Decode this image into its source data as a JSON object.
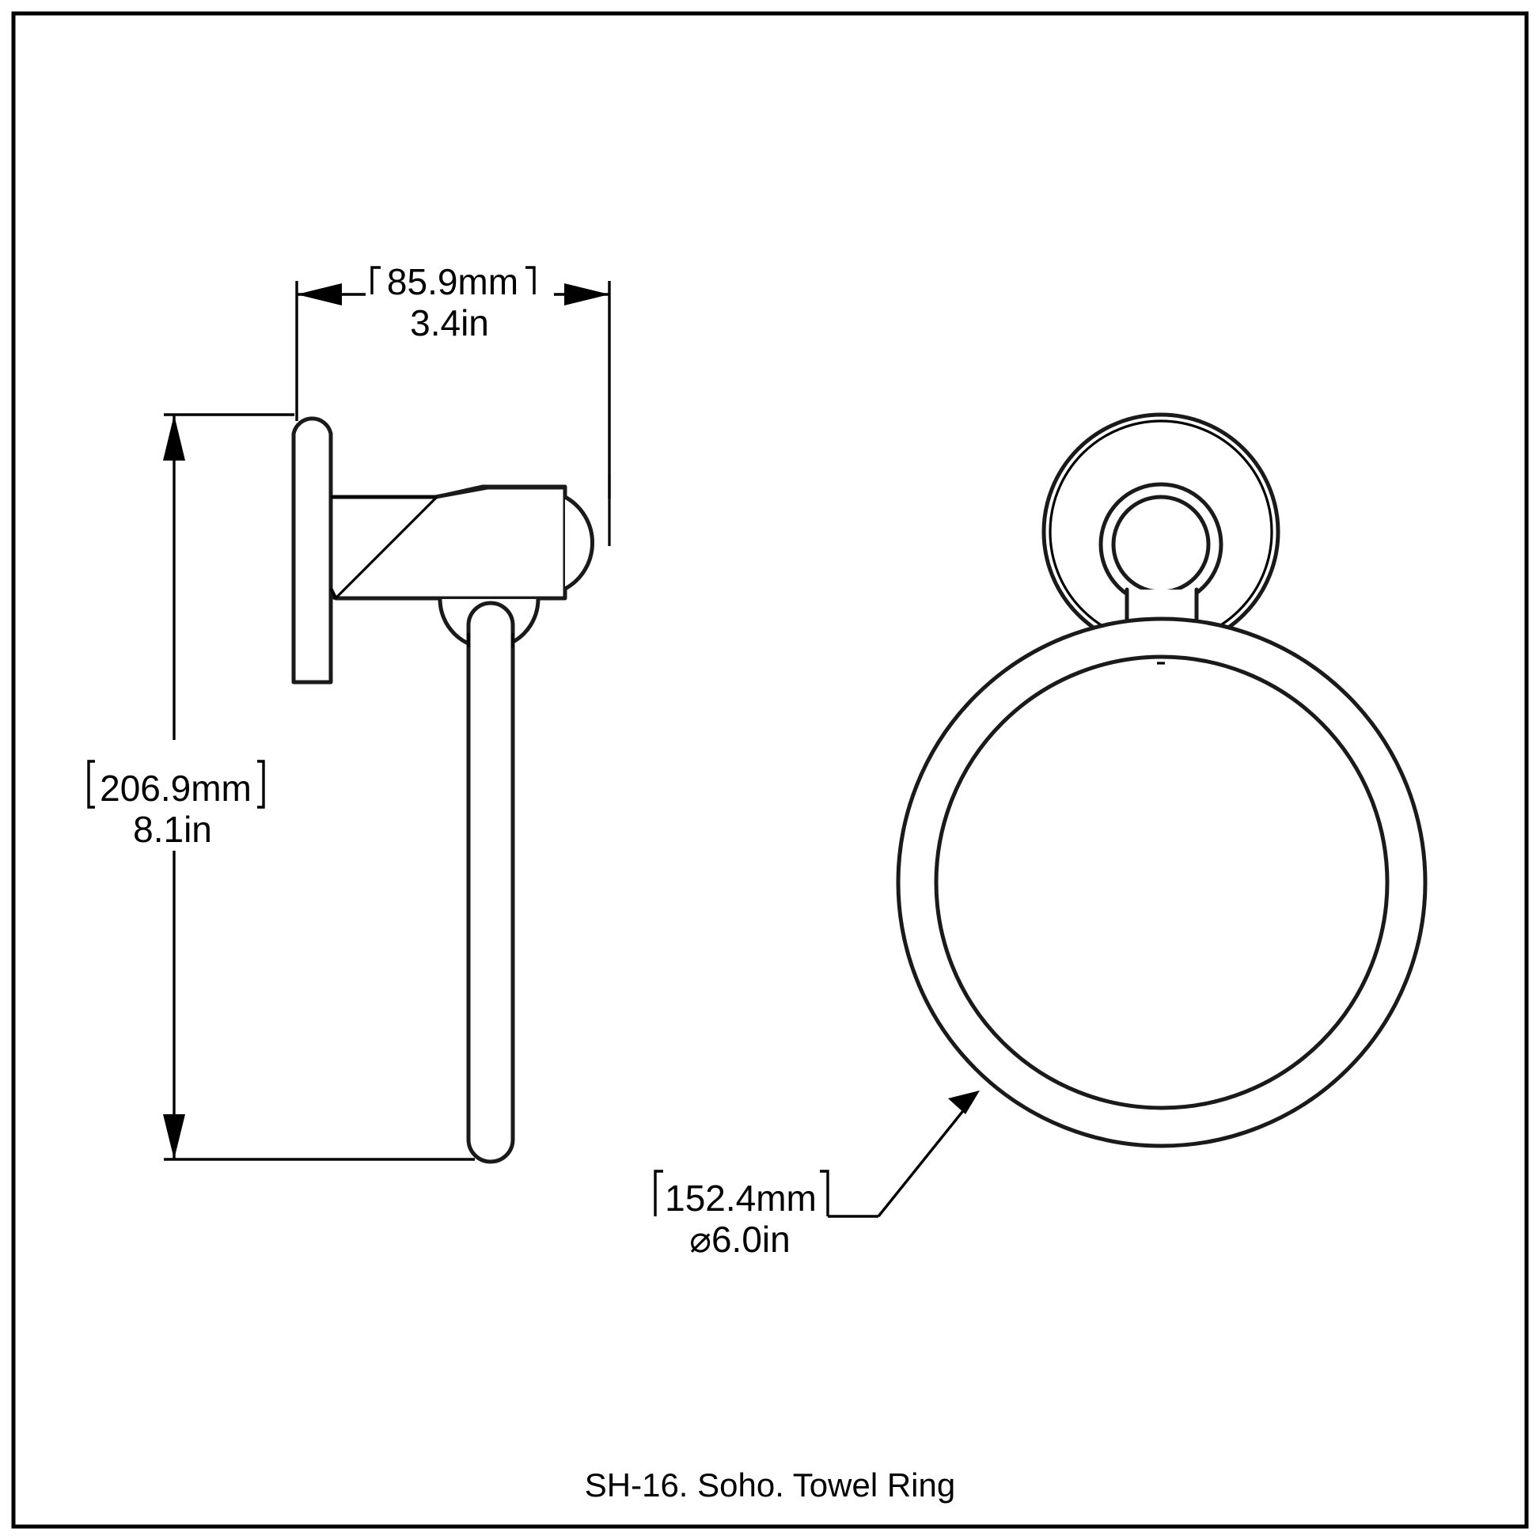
{
  "drawing": {
    "title": "SH-16. Soho. Towel Ring",
    "sheet_background": "#ffffff",
    "line_color": "#000000",
    "border": true
  },
  "dimensions": {
    "width": {
      "name": "projection-depth",
      "mm_label": "85.9mm",
      "in_label": "3.4in",
      "bracket_open": "[",
      "bracket_close": "]",
      "orientation": "horizontal"
    },
    "height": {
      "name": "overall-height",
      "mm_label": "206.9mm",
      "in_label": "8.1in",
      "bracket_open": "[",
      "bracket_close": "]",
      "orientation": "vertical"
    },
    "diameter": {
      "name": "ring-diameter",
      "mm_label": "152.4mm",
      "in_label": "6.0in",
      "diameter_symbol": "⌀",
      "bracket_open": "[",
      "bracket_close": "]",
      "orientation": "leader"
    }
  },
  "views": {
    "side": {
      "label": "side-view",
      "parts": [
        "wall-plate",
        "mounting-arm",
        "chamfer",
        "ring-boss",
        "ring-tube"
      ]
    },
    "front": {
      "label": "front-view",
      "parts": [
        "rosette",
        "boss-ring",
        "connector",
        "towel-ring"
      ]
    }
  }
}
